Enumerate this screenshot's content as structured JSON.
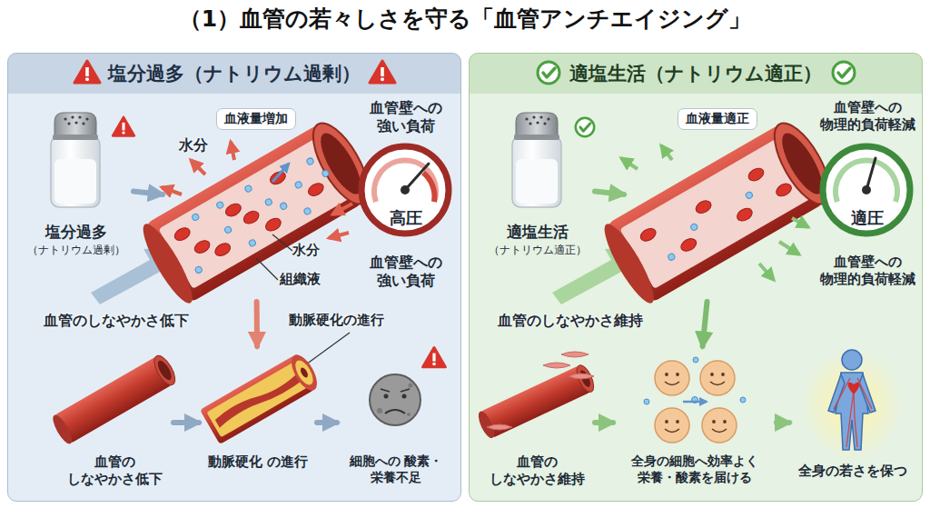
{
  "diagram": {
    "title": "（1）血管の若々しさを守る「血管アンチエイジング」",
    "nodes": [
      {
        "text": [
          "塩分過多（ナトリウム過剰）"
        ]
      },
      {
        "text": [
          "塩分過多",
          "（ナトリウム過剰）"
        ],
        "in": 0
      },
      {
        "text": [
          "血液量増加"
        ],
        "in": 0
      },
      {
        "text": [
          "血管壁への 強い負荷",
          "高圧",
          "血管壁への 強い負荷"
        ],
        "in": 0
      },
      {
        "text": [
          "血管の しなやかさ低下"
        ],
        "in": 0
      },
      {
        "text": [
          "動脈硬化 の進行"
        ],
        "in": 0
      },
      {
        "text": [
          "細胞への 酸素・栄養不足"
        ],
        "in": 0
      },
      {
        "text": [
          "適塩生活（ナトリウム適正）"
        ]
      },
      {
        "text": [
          "適塩生活",
          "（ナトリウム適正）"
        ],
        "in": 7
      },
      {
        "text": [
          "血液量適正"
        ],
        "in": 7
      },
      {
        "text": [
          "血管壁への 物理的負荷軽減",
          "適圧",
          "血管壁への 物理的負荷軽減"
        ],
        "in": 7
      },
      {
        "text": [
          "血管の しなやかさ維持"
        ],
        "in": 7
      },
      {
        "text": [
          "全身の細胞へ効率よく 栄養・酸素を届ける"
        ],
        "in": 7
      },
      {
        "text": [
          "全身の若さを保つ"
        ],
        "in": 7
      }
    ],
    "edges": [
      {
        "from": 1,
        "to": 2,
        "arrow": "to"
      },
      {
        "from": 2,
        "to": 5,
        "arrow": "to"
      },
      {
        "from": 4,
        "to": 5,
        "arrow": "to"
      },
      {
        "from": 5,
        "to": 6,
        "arrow": "to"
      },
      {
        "from": 8,
        "to": 9,
        "arrow": "to"
      },
      {
        "from": 9,
        "to": 12,
        "arrow": "to"
      },
      {
        "from": 11,
        "to": 12,
        "arrow": "to"
      },
      {
        "from": 12,
        "to": 13,
        "arrow": "to"
      }
    ],
    "labels": [
      "水分",
      "水分",
      "組織液",
      "血管のしなやかさ低下",
      "動脈硬化の進行",
      "血管のしなやかさ維持"
    ]
  }
}
